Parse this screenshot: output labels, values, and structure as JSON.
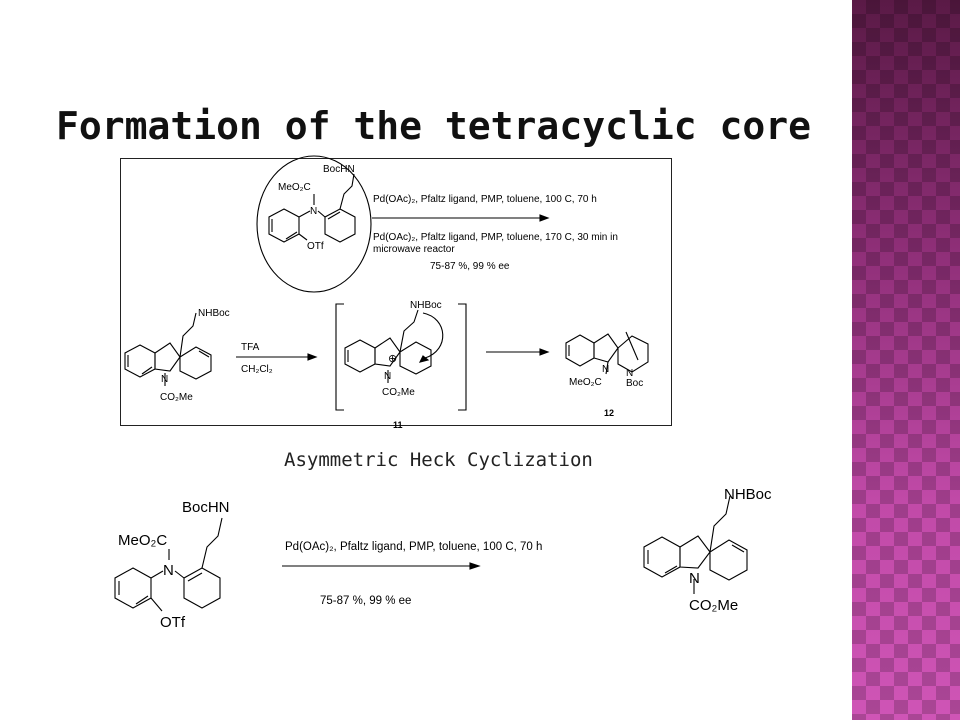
{
  "slide": {
    "title": "Formation of the tetracyclic core",
    "subtitle": "Asymmetric Heck Cyclization",
    "accent_color": "#c14aa8"
  },
  "figure1": {
    "boxed_compound": {
      "label_boc": "BocHN",
      "label_meo2c": "MeO₂C",
      "label_n": "N",
      "label_otf": "OTf"
    },
    "condition_a": "Pd(OAc)₂, Pfaltz ligand, PMP, toluene, 100 C, 70 h",
    "condition_b_line1": "Pd(OAc)₂, Pfaltz ligand, PMP, toluene, 170 C, 30  min in",
    "condition_b_line2": "microwave reactor",
    "yield": "75-87 %, 99 % ee",
    "carbazole": {
      "label_nhboc": "NHBoc",
      "label_n": "N",
      "label_co2me": "CO₂Me"
    },
    "reagent_1": "TFA",
    "reagent_2": "CH₂Cl₂",
    "intermediate": {
      "label_nhboc": "NHBoc",
      "label_n": "N",
      "label_co2me": "CO₂Me",
      "label_charge": "⊕",
      "number": "11"
    },
    "product": {
      "label_n1": "N",
      "label_meo2c": "MeO₂C",
      "label_n2": "N",
      "label_boc": "Boc",
      "number": "12"
    }
  },
  "figure2": {
    "reactant": {
      "label_boc": "BocHN",
      "label_meo2c": "MeO₂C",
      "label_n": "N",
      "label_otf": "OTf"
    },
    "condition": "Pd(OAc)₂, Pfaltz ligand, PMP, toluene, 100 C, 70 h",
    "yield": "75-87 %, 99 % ee",
    "product": {
      "label_nhboc": "NHBoc",
      "label_n": "N",
      "label_co2me": "CO₂Me"
    }
  }
}
